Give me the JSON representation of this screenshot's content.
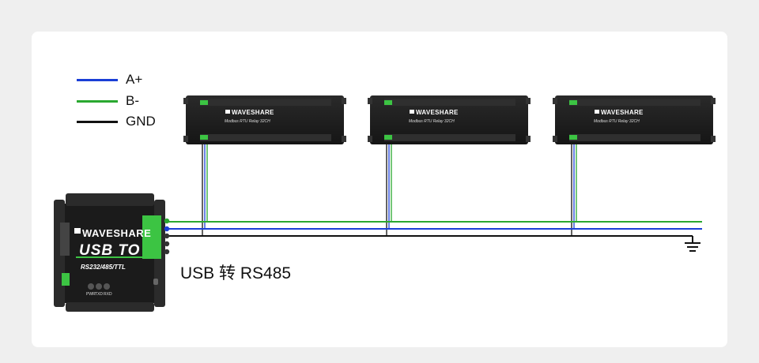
{
  "legend": [
    {
      "label": "A+",
      "color": "#1a3fd6"
    },
    {
      "label": "B-",
      "color": "#2aa830"
    },
    {
      "label": "GND",
      "color": "#111111"
    }
  ],
  "relay_modules": [
    {
      "brand": "WAVESHARE",
      "model": "Modbus RTU Relay 32CH"
    },
    {
      "brand": "WAVESHARE",
      "model": "Modbus RTU Relay 32CH"
    },
    {
      "brand": "WAVESHARE",
      "model": "Modbus RTU Relay 32CH"
    }
  ],
  "converter": {
    "brand": "WAVESHARE",
    "title": "USB TO",
    "subtitle": "RS232/485/TTL",
    "leds": [
      "PWR",
      "TXD",
      "RXD"
    ],
    "caption": "USB 转 RS485"
  },
  "colors": {
    "a_plus": "#1a3fd6",
    "b_minus": "#2aa830",
    "gnd": "#111111",
    "terminal_green": "#3cc443",
    "device_dark": "#1b1b1b"
  },
  "icons": [
    "ground-symbol-icon",
    "waveshare-logo-icon",
    "usb-port-icon"
  ]
}
